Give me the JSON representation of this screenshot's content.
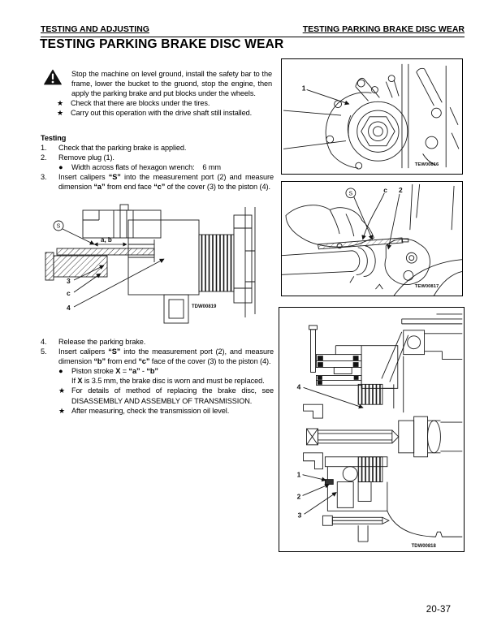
{
  "header": {
    "left": "TESTING AND ADJUSTING",
    "right": "TESTING PARKING BRAKE DISC WEAR"
  },
  "title": "TESTING PARKING BRAKE DISC WEAR",
  "markers": {
    "star": "★",
    "bullet": "●"
  },
  "warning": {
    "body": "Stop the machine on level ground, install the safety bar to the frame, lower the bucket to the gruond, stop the engine, then apply the parking brake and put blocks under the wheels.",
    "notes": [
      "Check that there are blocks under the tires.",
      "Carry out this operation with the drive shaft still installed."
    ]
  },
  "testing": {
    "heading": "Testing",
    "step1": {
      "num": "1.",
      "text": "Check that the parking brake is applied."
    },
    "step2": {
      "num": "2.",
      "text": "Remove plug (1)."
    },
    "step2_bullet": {
      "text": "Width across flats of hexagon wrench:    6 mm"
    },
    "step3": {
      "num": "3.",
      "rich": [
        {
          "t": "Insert calipers "
        },
        {
          "t": "“S”",
          "b": true
        },
        {
          "t": " into the measurement port (2) and measure dimension "
        },
        {
          "t": "“a”",
          "b": true
        },
        {
          "t": " from end face "
        },
        {
          "t": "“c”",
          "b": true
        },
        {
          "t": " of the cover (3) to the piston (4)."
        }
      ]
    },
    "step4": {
      "num": "4.",
      "text": "Release the parking brake."
    },
    "step5": {
      "num": "5.",
      "rich": [
        {
          "t": "Insert calipers "
        },
        {
          "t": "“S”",
          "b": true
        },
        {
          "t": "  into the measurement port (2), and measure dimension "
        },
        {
          "t": "“b”",
          "b": true
        },
        {
          "t": " from end "
        },
        {
          "t": "“c”",
          "b": true
        },
        {
          "t": " face of the cover (3) to the piston (4)."
        }
      ]
    },
    "stroke_bullet": {
      "rich": [
        {
          "t": "Piston stroke "
        },
        {
          "t": "X",
          "b": true
        },
        {
          "t": " = "
        },
        {
          "t": "“a”",
          "b": true
        },
        {
          "t": " - "
        },
        {
          "t": "“b”",
          "b": true
        }
      ]
    },
    "stroke_note": {
      "rich": [
        {
          "t": "If "
        },
        {
          "t": "X",
          "b": true
        },
        {
          "t": " is 3.5 mm, the brake disc is worn and must be replaced."
        }
      ]
    },
    "note1": "For details of method of replacing the brake disc, see DISASSEMBLY AND ASSEMBLY OF TRANSMISSION.",
    "note2": "After measuring, check the transmission oil level."
  },
  "figures": {
    "tdw00819": {
      "code": "TDW00819",
      "label_s": "S",
      "label_ab": "a, b",
      "label_3": "3",
      "label_c": "c",
      "label_4": "4"
    },
    "tew00816": {
      "code": "TEW00816",
      "label_1": "1"
    },
    "tew00817": {
      "code": "TEW00817",
      "label_s": "S",
      "label_c": "c",
      "label_2": "2"
    },
    "tdw00818": {
      "code": "TDW00818",
      "label_4": "4",
      "label_1": "1",
      "label_2": "2",
      "label_3": "3"
    }
  },
  "footer": {
    "page_number": "20-37"
  }
}
